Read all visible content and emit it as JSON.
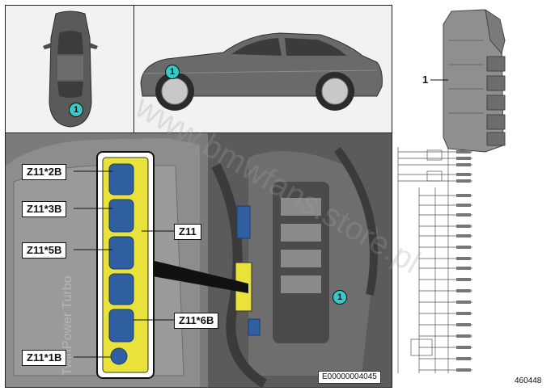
{
  "diagram": {
    "location_markers": {
      "top_view": "1",
      "side_view": "1",
      "engine_view": "1"
    },
    "connector_labels": {
      "z11_2b": "Z11*2B",
      "z11_3b": "Z11*3B",
      "z11_5b": "Z11*5B",
      "z11": "Z11",
      "z11_6b": "Z11*6B",
      "z11_1b": "Z11*1B"
    },
    "engine_cover_text": "TwinPower Turbo",
    "image_code": "E00000004045",
    "component_callout": "1",
    "part_number": "460448",
    "watermark": "www.bmwfans.store.pl",
    "colors": {
      "marker": "#36c9c7",
      "connector_block": "#e8e23a",
      "connector_plug": "#2f5fa0",
      "panel_border": "#222222"
    }
  }
}
